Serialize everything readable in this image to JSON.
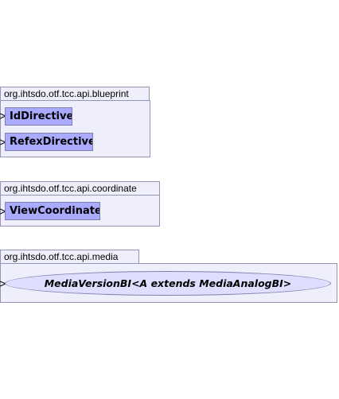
{
  "packages": [
    {
      "name": "org.ihtsdo.otf.tcc.api.blueprint",
      "items": [
        {
          "kind": "class",
          "label": "IdDirective"
        },
        {
          "kind": "class",
          "label": "RefexDirective"
        }
      ]
    },
    {
      "name": "org.ihtsdo.otf.tcc.api.coordinate",
      "items": [
        {
          "kind": "class",
          "label": "ViewCoordinate"
        }
      ]
    },
    {
      "name": "org.ihtsdo.otf.tcc.api.media",
      "items": [
        {
          "kind": "interface",
          "label": "MediaVersionBI<A extends MediaAnalogBI>"
        }
      ]
    }
  ],
  "colors": {
    "package_fill": "#efeffb",
    "package_border": "#9494b8",
    "class_fill": "#aaaaff",
    "interface_fill": "#dedeff",
    "border": "#7f7faf"
  }
}
